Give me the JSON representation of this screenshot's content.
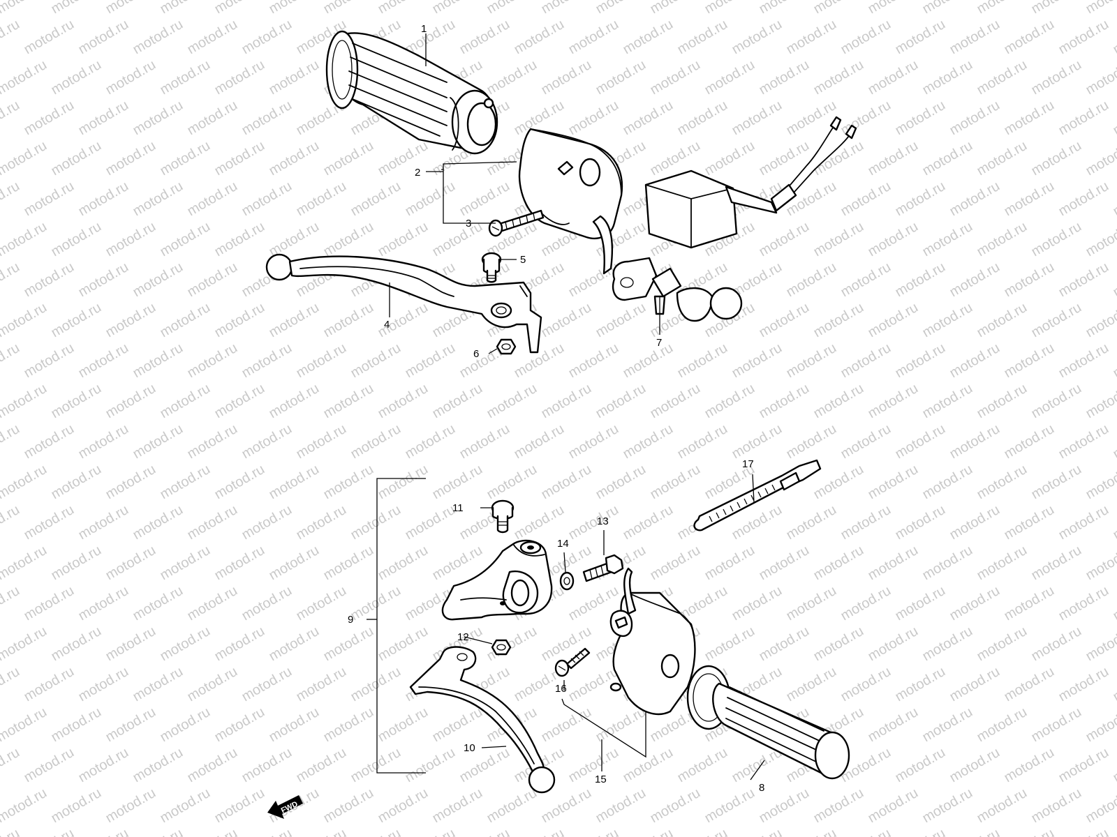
{
  "watermark": {
    "text": "motod.ru",
    "color": "#c9c9c9"
  },
  "callouts": [
    "1",
    "2",
    "3",
    "4",
    "5",
    "6",
    "7",
    "8",
    "9",
    "10",
    "11",
    "12",
    "13",
    "14",
    "15",
    "16",
    "17"
  ],
  "fwd_label": "FWD"
}
